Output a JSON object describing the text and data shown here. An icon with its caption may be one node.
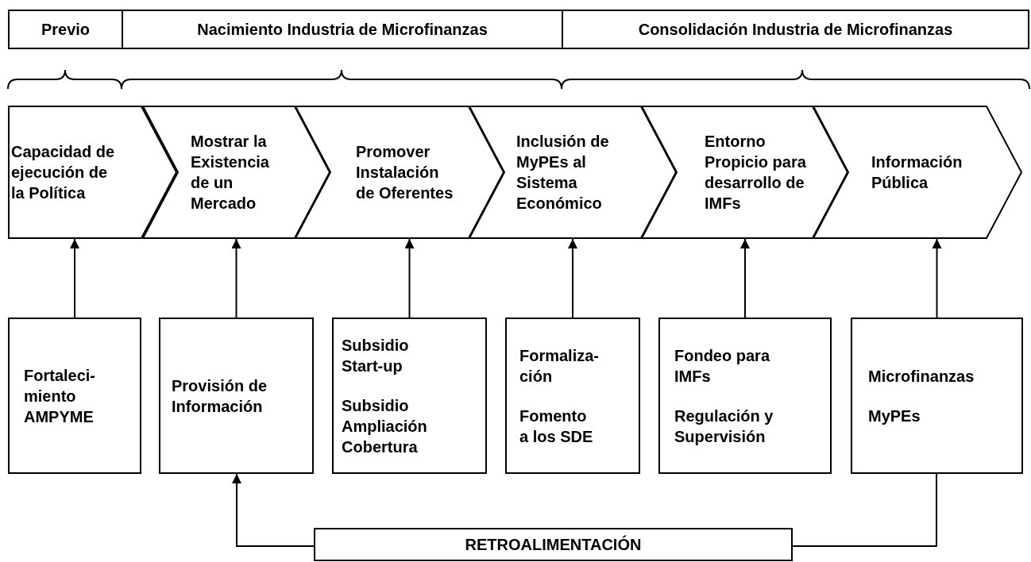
{
  "diagram": {
    "nodes": [
      {
        "text": [
          "Previo"
        ]
      },
      {
        "text": [
          "Nacimiento Industria de Microfinanzas"
        ]
      },
      {
        "text": [
          "Consolidación Industria de Microfinanzas"
        ]
      },
      {
        "text": [
          "Capacidad de ejecución de la Política"
        ]
      },
      {
        "text": [
          "Mostrar la Existencia de un Mercado"
        ]
      },
      {
        "text": [
          "Promover Instalación de Oferentes"
        ]
      },
      {
        "text": [
          "Inclusión de MyPEs al Sistema Económico"
        ]
      },
      {
        "text": [
          "Entorno Propicio para desarrollo de IMFs"
        ]
      },
      {
        "text": [
          "Información Pública"
        ]
      },
      {
        "text": [
          "Fortaleci- miento AMPYME"
        ]
      },
      {
        "text": [
          "Provisión de Información"
        ]
      },
      {
        "text": [
          "Subsidio Start-up",
          "Subsidio Ampliación Cobertura"
        ]
      },
      {
        "text": [
          "Formaliza- ción",
          "Fomento a los SDE"
        ]
      },
      {
        "text": [
          "Fondeo para IMFs",
          "Regulación y Supervisión"
        ]
      },
      {
        "text": [
          "Microfinanzas",
          "MyPEs"
        ]
      },
      {
        "text": [
          "RETROALIMENTACIÓN"
        ]
      }
    ],
    "edges": [
      {
        "from": 9,
        "to": 3,
        "arrow": "to"
      },
      {
        "from": 10,
        "to": 4,
        "arrow": "to"
      },
      {
        "from": 11,
        "to": 5,
        "arrow": "to"
      },
      {
        "from": 12,
        "to": 6,
        "arrow": "to"
      },
      {
        "from": 13,
        "to": 7,
        "arrow": "to"
      },
      {
        "from": 14,
        "to": 8,
        "arrow": "to"
      },
      {
        "from": 15,
        "to": 10,
        "arrow": "to"
      },
      {
        "from": 14,
        "to": 15,
        "arrow": "none"
      }
    ]
  }
}
